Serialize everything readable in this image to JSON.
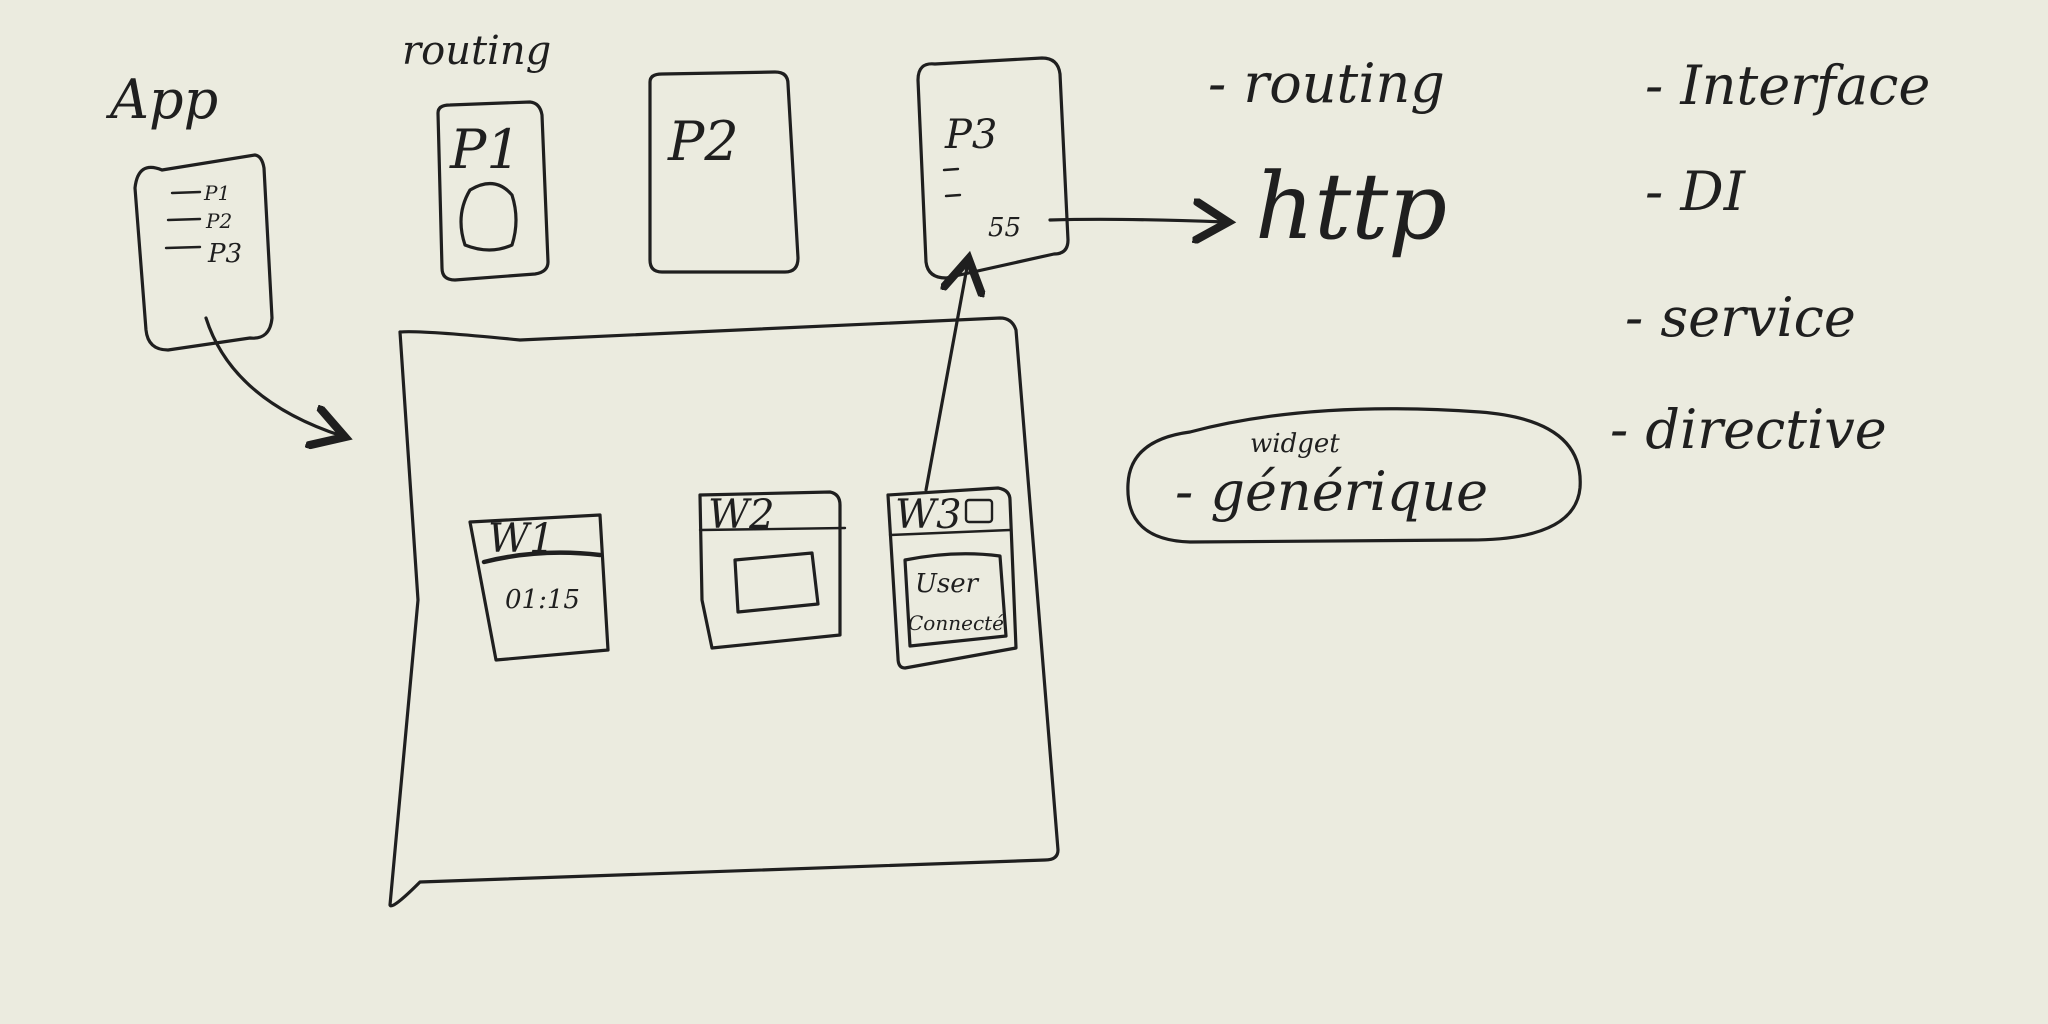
{
  "sketch": {
    "app_label": "App",
    "app_items": [
      "P1",
      "P2",
      "P3"
    ],
    "routing_label": "routing",
    "pages": [
      {
        "label": "P1"
      },
      {
        "label": "P2"
      },
      {
        "label": "P3",
        "inner_text": "55"
      }
    ],
    "widgets": [
      {
        "label": "W1",
        "content": "01:15"
      },
      {
        "label": "W2",
        "content": ""
      },
      {
        "label": "W3",
        "content_line1": "User",
        "content_line2": "Connecté"
      }
    ],
    "http_label": "http",
    "concepts": [
      "- routing",
      "- Interface",
      "- DI",
      "- service",
      "- directive"
    ],
    "generic_widget": {
      "top": "widget",
      "main": "- générique"
    },
    "colors": {
      "background": "#ebebdf",
      "ink": "#1f1f1f"
    }
  }
}
